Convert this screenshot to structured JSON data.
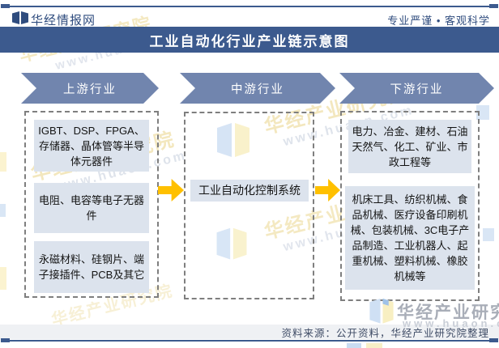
{
  "header": {
    "brand": "华经情报网",
    "slogan": "专业严谨 • 客观科学"
  },
  "title": "工业自动化行业产业链示意图",
  "columns": [
    {
      "banner": "上游行业",
      "boxes": [
        "IGBT、DSP、FPGA、存储器、晶体管等半导体元器件",
        "电阻、电容等电子无器件",
        "永磁材料、硅钢片、端子接插件、PCB及其它"
      ]
    },
    {
      "banner": "中游行业",
      "boxes": [
        "工业自动化控制系统"
      ]
    },
    {
      "banner": "下游行业",
      "boxes": [
        "电力、冶金、建材、石油天然气、化工、矿业、市政工程等",
        "机床工具、纺织机械、食品机械、医疗设备印刷机械、包装机械、3C电子产品制造、工业机器人、起重机械、塑料机械、橡胶机械等"
      ]
    }
  ],
  "watermark": {
    "brand": "华经产业研究院",
    "url": "www.huaon.com"
  },
  "footer": {
    "source": "资料来源：公开资料，华经产业研究院整理"
  },
  "icons": {
    "logo": "book-logo-icon"
  },
  "colors": {
    "navy": "#3c5a8e",
    "banner_blue": "#7185ae",
    "arrow_yellow": "#ffc000",
    "box_fill": "#dce3ed",
    "dash_gray": "#7f7f7f"
  }
}
